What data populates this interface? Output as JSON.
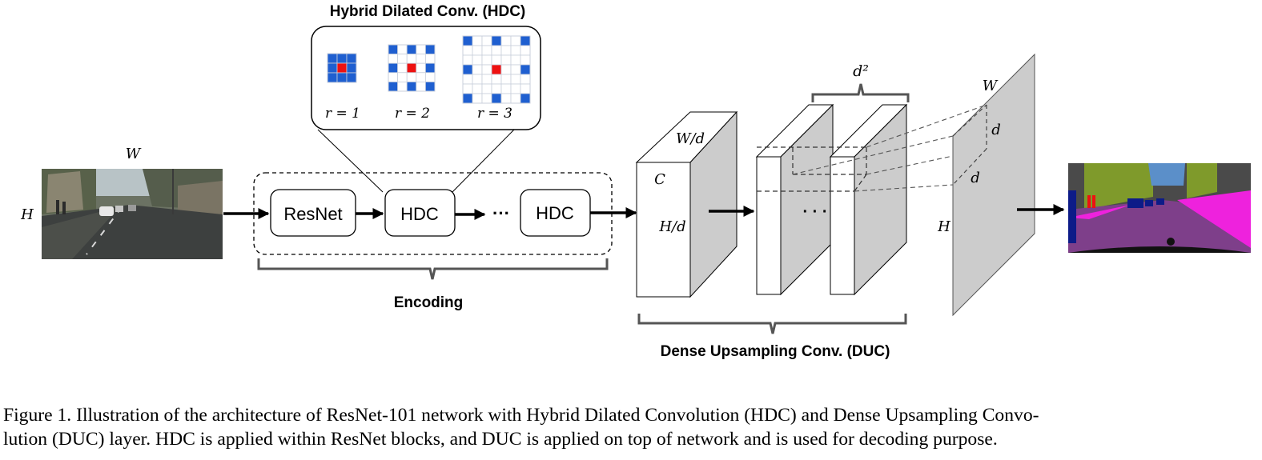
{
  "hdc": {
    "title": "Hybrid Dilated Conv. (HDC)",
    "rate_labels": [
      "r = 1",
      "r = 2",
      "r = 3"
    ]
  },
  "input": {
    "width_label": "W",
    "height_label": "H"
  },
  "encoder": {
    "blocks": [
      "ResNet",
      "HDC",
      "HDC"
    ],
    "ellipsis": "···",
    "label": "Encoding"
  },
  "duc": {
    "feature_width": "W/d",
    "feature_channels": "C",
    "feature_height": "H/d",
    "channels_label": "d²",
    "ellipsis": "· · ·",
    "out_width": "W",
    "out_height": "H",
    "cell_d1": "d",
    "cell_d2": "d",
    "label": "Dense Upsampling Conv. (DUC)"
  },
  "caption": {
    "line1": "Figure 1. Illustration of the architecture of ResNet-101 network with Hybrid Dilated Convolution (HDC) and Dense Upsampling Convo-",
    "line2": "lution (DUC) layer. HDC is applied within ResNet blocks, and DUC is applied on top of network and is used for decoding purpose."
  },
  "colors": {
    "kernel_blue": "#1f5fd0",
    "kernel_red": "#ee1111",
    "grid_line": "#c9cfdb",
    "face_gray": "#cccccc",
    "seg_purple": "#7e3f8a",
    "seg_magenta": "#ee22dd",
    "seg_green": "#7f9a2b",
    "seg_sky": "#5b8fc9",
    "seg_navy": "#0d1b88"
  }
}
